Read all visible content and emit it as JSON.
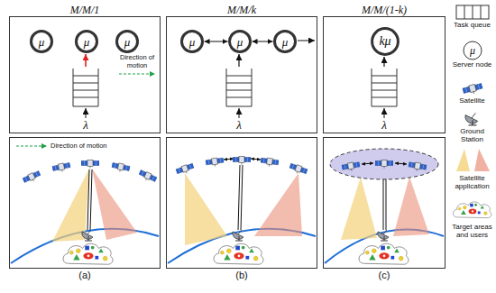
{
  "diagram": {
    "nodes": [
      {
        "text": [
          "M/M/1"
        ]
      },
      {
        "text": [
          "μ"
        ],
        "in": 0
      },
      {
        "text": [
          "μ"
        ],
        "in": 0
      },
      {
        "text": [
          "μ"
        ],
        "in": 0
      },
      {
        "text": [
          "M/M/k"
        ]
      },
      {
        "text": [
          "μ"
        ],
        "in": 4
      },
      {
        "text": [
          "μ"
        ],
        "in": 4
      },
      {
        "text": [
          "μ"
        ],
        "in": 4
      },
      {
        "text": [
          "M/M/(1-k)"
        ]
      },
      {
        "text": [
          "kμ"
        ],
        "in": 8
      },
      {
        "text": [
          "(a)"
        ]
      },
      {
        "text": [
          "(b)"
        ]
      },
      {
        "text": [
          "(c)"
        ]
      }
    ],
    "edges": [
      {
        "from": 5,
        "to": 6,
        "arrow": "both"
      },
      {
        "from": 6,
        "to": 7,
        "arrow": "both"
      }
    ],
    "labels": [
      "Direction of motion",
      "λ",
      "λ",
      "λ",
      "Direction of motion",
      "μ"
    ],
    "legend": [
      {
        "text": "Task queue"
      },
      {
        "text": "Server node"
      },
      {
        "text": "Satellite"
      },
      {
        "text": "Ground Station"
      },
      {
        "text": "Satellite application"
      },
      {
        "text": "Target areas and users"
      }
    ]
  }
}
